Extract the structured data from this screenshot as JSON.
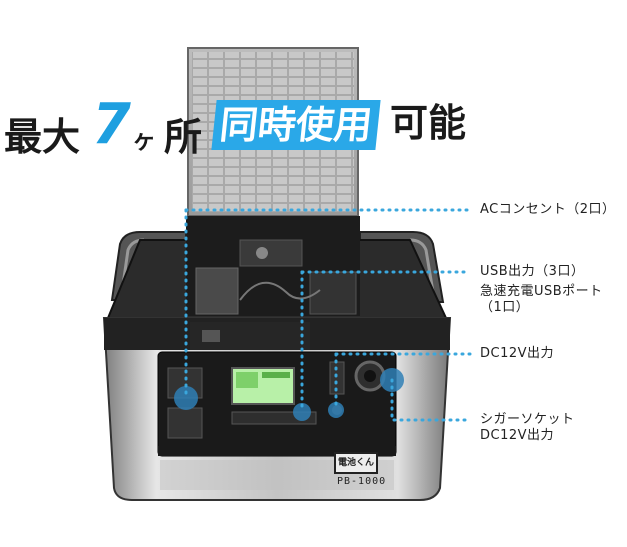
{
  "headline": {
    "part1": "最大",
    "seven": "7",
    "ka": "ヶ",
    "sho": "所",
    "highlight": "同時使用",
    "tail": "可能"
  },
  "callouts": {
    "ac": "ACコンセント（2口）",
    "usb_line1": "USB出力（3口）",
    "usb_line2": "急速充電USBポート",
    "usb_line3": "（1口）",
    "dc": "DC12V出力",
    "cig_line1": "シガーソケット",
    "cig_line2": "DC12V出力"
  },
  "device": {
    "brand": "電池くん",
    "model": "PB-1000"
  },
  "colors": {
    "accent": "#2aa8e8",
    "dot": "#3aa7dd"
  }
}
